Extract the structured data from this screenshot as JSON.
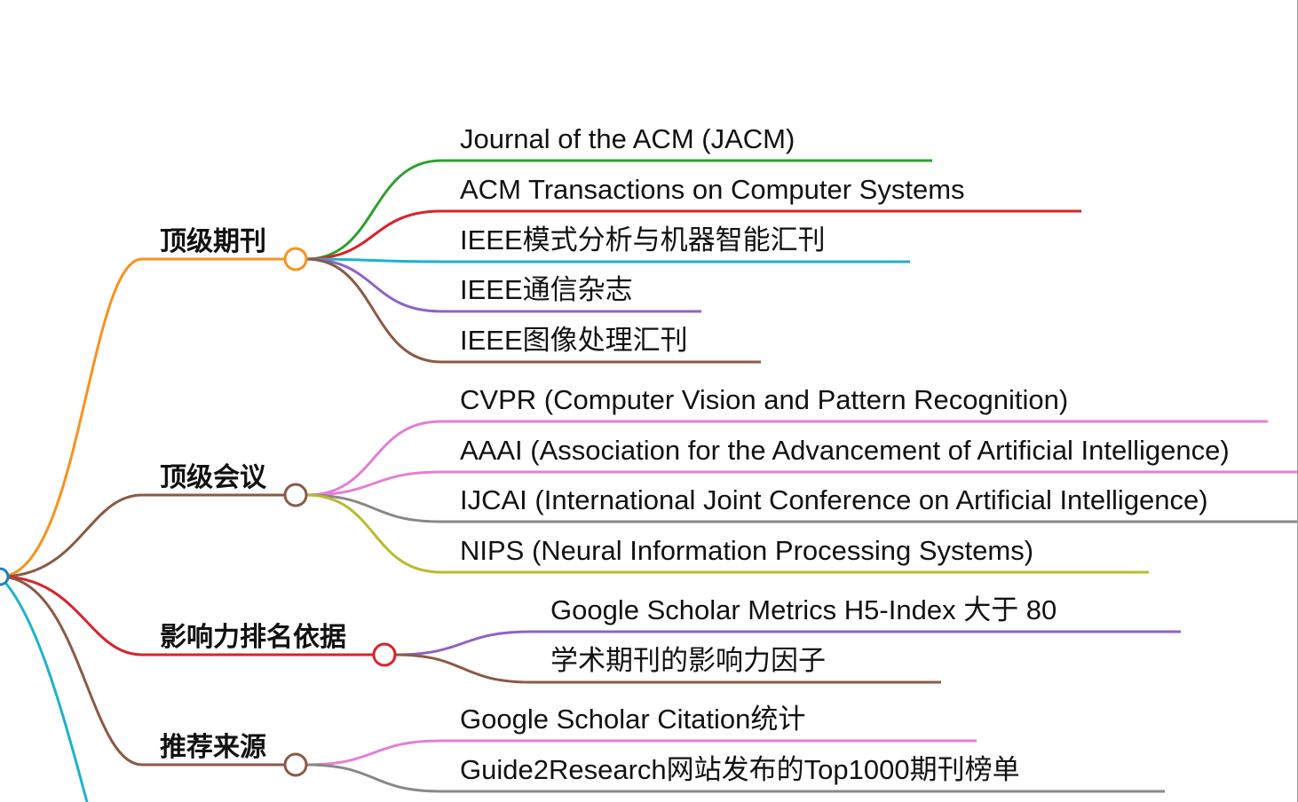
{
  "mindmap": {
    "colors": {
      "orange": "#f7931e",
      "brown": "#8b5a44",
      "red": "#d9232a",
      "cyan": "#1bb3cc",
      "green": "#2ea02e",
      "purple": "#8e63c4",
      "pink": "#e27fd6",
      "gray": "#888888",
      "olive": "#b9bb2c",
      "root": "#1f7fbf"
    },
    "branches": [
      {
        "label": "顶级期刊",
        "color": "orange",
        "children": [
          {
            "label": "Journal of the ACM (JACM)",
            "color": "green"
          },
          {
            "label": "ACM Transactions on Computer Systems",
            "color": "red"
          },
          {
            "label": "IEEE模式分析与机器智能汇刊",
            "color": "cyan"
          },
          {
            "label": "IEEE通信杂志",
            "color": "purple"
          },
          {
            "label": "IEEE图像处理汇刊",
            "color": "brown"
          }
        ]
      },
      {
        "label": "顶级会议",
        "color": "brown",
        "children": [
          {
            "label": "CVPR (Computer Vision and Pattern Recognition)",
            "color": "pink"
          },
          {
            "label": "AAAI (Association for the Advancement of Artificial Intelligence)",
            "color": "pink"
          },
          {
            "label": "IJCAI (International Joint Conference on Artificial Intelligence)",
            "color": "gray"
          },
          {
            "label": "NIPS (Neural Information Processing Systems)",
            "color": "olive"
          }
        ]
      },
      {
        "label": "影响力排名依据",
        "color": "red",
        "children": [
          {
            "label": "Google Scholar Metrics H5-Index 大于 80",
            "color": "purple"
          },
          {
            "label": "学术期刊的影响力因子",
            "color": "brown"
          }
        ]
      },
      {
        "label": "推荐来源",
        "color": "brown",
        "children": [
          {
            "label": "Google Scholar Citation统计",
            "color": "pink"
          },
          {
            "label": "Guide2Research网站发布的Top1000期刊榜单",
            "color": "gray"
          }
        ]
      }
    ],
    "extra_branch_color": "cyan"
  }
}
